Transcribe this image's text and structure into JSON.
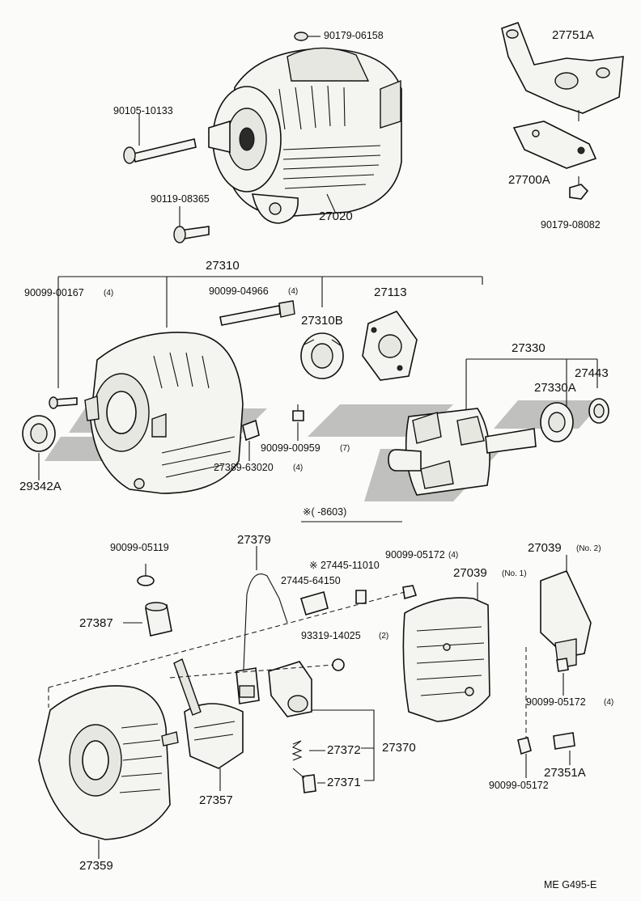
{
  "labels": {
    "p90179_06158": "90179-06158",
    "p27751A": "27751A",
    "p90105_10133": "90105-10133",
    "p27700A": "27700A",
    "p90119_08365": "90119-08365",
    "p27020": "27020",
    "p90179_08082": "90179-08082",
    "p27310": "27310",
    "p90099_00167": "90099-00167",
    "p90099_00167_qty": "(4)",
    "p90099_04966": "90099-04966",
    "p90099_04966_qty": "(4)",
    "p27113": "27113",
    "p27310B": "27310B",
    "p27330": "27330",
    "p27443": "27443",
    "p27330A": "27330A",
    "p90099_00959": "90099-00959",
    "p90099_00959_qty": "(7)",
    "p29342A": "29342A",
    "p27389_63020": "27389-63020",
    "p27389_63020_qty": "(4)",
    "note_8603": "※(      -8603)",
    "p90099_05119": "90099-05119",
    "p27379": "27379",
    "p27445_11010": "※ 27445-11010",
    "p90099_05172_a": "90099-05172",
    "p90099_05172_a_qty": "(4)",
    "p27039_no2": "27039",
    "p27039_no2_note": "(No. 2)",
    "p27445_64150": "27445-64150",
    "p27039_no1": "27039",
    "p27039_no1_note": "(No. 1)",
    "p27387": "27387",
    "p93319_14025": "93319-14025",
    "p93319_14025_qty": "(2)",
    "p90099_05172_b": "90099-05172",
    "p90099_05172_b_qty": "(4)",
    "p27372": "27372",
    "p27370": "27370",
    "p27371": "27371",
    "p27351A": "27351A",
    "p90099_05172_c": "90099-05172",
    "p27357": "27357",
    "p27359": "27359",
    "footer_code": "ME  G495-E"
  }
}
